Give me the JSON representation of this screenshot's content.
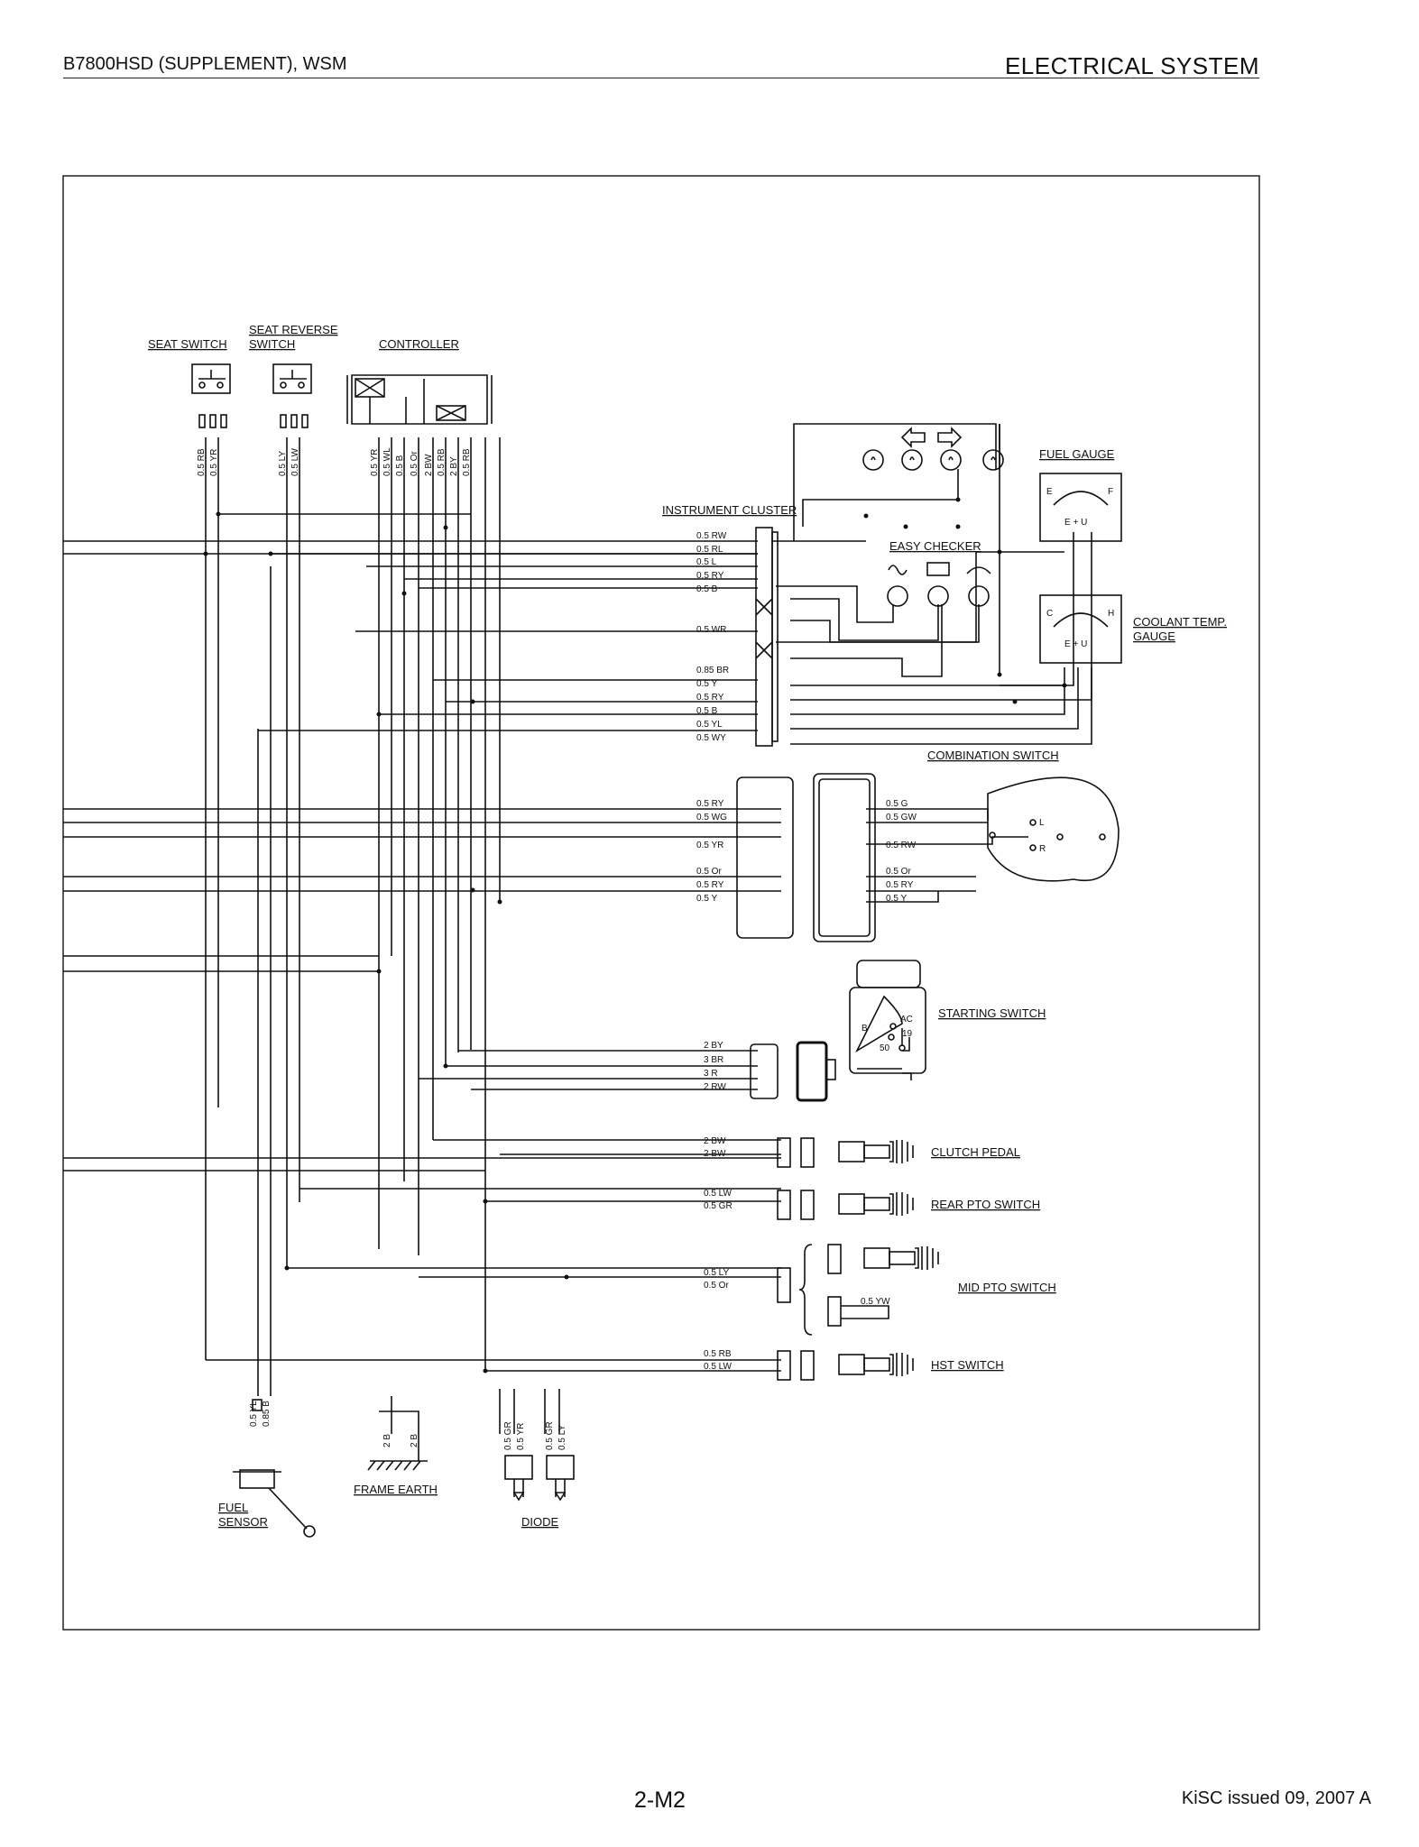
{
  "header": {
    "left": "B7800HSD (SUPPLEMENT), WSM",
    "right": "ELECTRICAL  SYSTEM"
  },
  "footer": {
    "page": "2-M2",
    "issue": "KiSC issued 09, 2007 A"
  },
  "components": {
    "seat_switch": "SEAT  SWITCH",
    "seat_reverse_1": "SEAT  REVERSE",
    "seat_reverse_2": "SWITCH",
    "controller": "CONTROLLER",
    "instrument_cluster": "INSTRUMENT  CLUSTER",
    "fuel_gauge": "FUEL  GAUGE",
    "easy_checker": "EASY  CHECKER",
    "coolant_1": "COOLANT  TEMP.",
    "coolant_2": "GAUGE",
    "combination_switch": "COMBINATION  SWITCH",
    "starting_switch": "STARTING  SWITCH",
    "clutch_pedal": "CLUTCH  PEDAL",
    "rear_pto": "REAR  PTO  SWITCH",
    "mid_pto": "MID  PTO  SWITCH",
    "hst_switch": "HST  SWITCH",
    "fuel_sensor_1": "FUEL",
    "fuel_sensor_2": "SENSOR",
    "frame_earth": "FRAME  EARTH",
    "diode": "DIODE"
  },
  "gauge_marks": {
    "empty": "E",
    "full": "F",
    "cold": "C",
    "hot": "H",
    "terminals": "E  +  U",
    "left": "L",
    "right": "R"
  },
  "starter_terminals": {
    "b": "B",
    "ac": "AC",
    "t19": "19",
    "t50": "50"
  },
  "wires": {
    "seat_switch": [
      "0.5 RB",
      "0.5 YR"
    ],
    "seat_reverse": [
      "0.5 LY",
      "0.5 LW"
    ],
    "controller": [
      "0.5 YR",
      "0.5 WL",
      "0.5 B",
      "0.5 Or",
      "2 BW",
      "0.5 RB",
      "2 BY",
      "0.5 RB"
    ],
    "cluster_top": [
      "0.5 RW",
      "0.5 RL",
      "0.5 L",
      "0.5 RY",
      "0.5 B"
    ],
    "cluster_mid": [
      "0.5 WR"
    ],
    "cluster_bottom": [
      "0.85 BR",
      "0.5 Y",
      "0.5 RY",
      "0.5 B",
      "0.5 YL",
      "0.5 WY"
    ],
    "combo_left": [
      "0.5 RY",
      "0.5 WG",
      "0.5 YR",
      "0.5 Or",
      "0.5 RY",
      "0.5 Y"
    ],
    "combo_right": [
      "0.5 G",
      "0.5 GW",
      "0.5 RW",
      "0.5 Or",
      "0.5 RY",
      "0.5 Y"
    ],
    "starter": [
      "2 BY",
      "3 BR",
      "3 R",
      "2 RW"
    ],
    "clutch": [
      "2 BW",
      "2 BW"
    ],
    "rear_pto": [
      "0.5 LW",
      "0.5 GR"
    ],
    "mid_pto": [
      "0.5 LY",
      "0.5 Or"
    ],
    "mid_pto_jumper": "0.5 YW",
    "hst": [
      "0.5 RB",
      "0.5 LW"
    ],
    "fuel_sensor": [
      "0.5 YL",
      "0.85 B"
    ],
    "frame_earth": [
      "2 B",
      "2 B"
    ],
    "diode": [
      "0.5 GR",
      "0.5 YR",
      "0.5 GR",
      "0.5 LY"
    ]
  }
}
